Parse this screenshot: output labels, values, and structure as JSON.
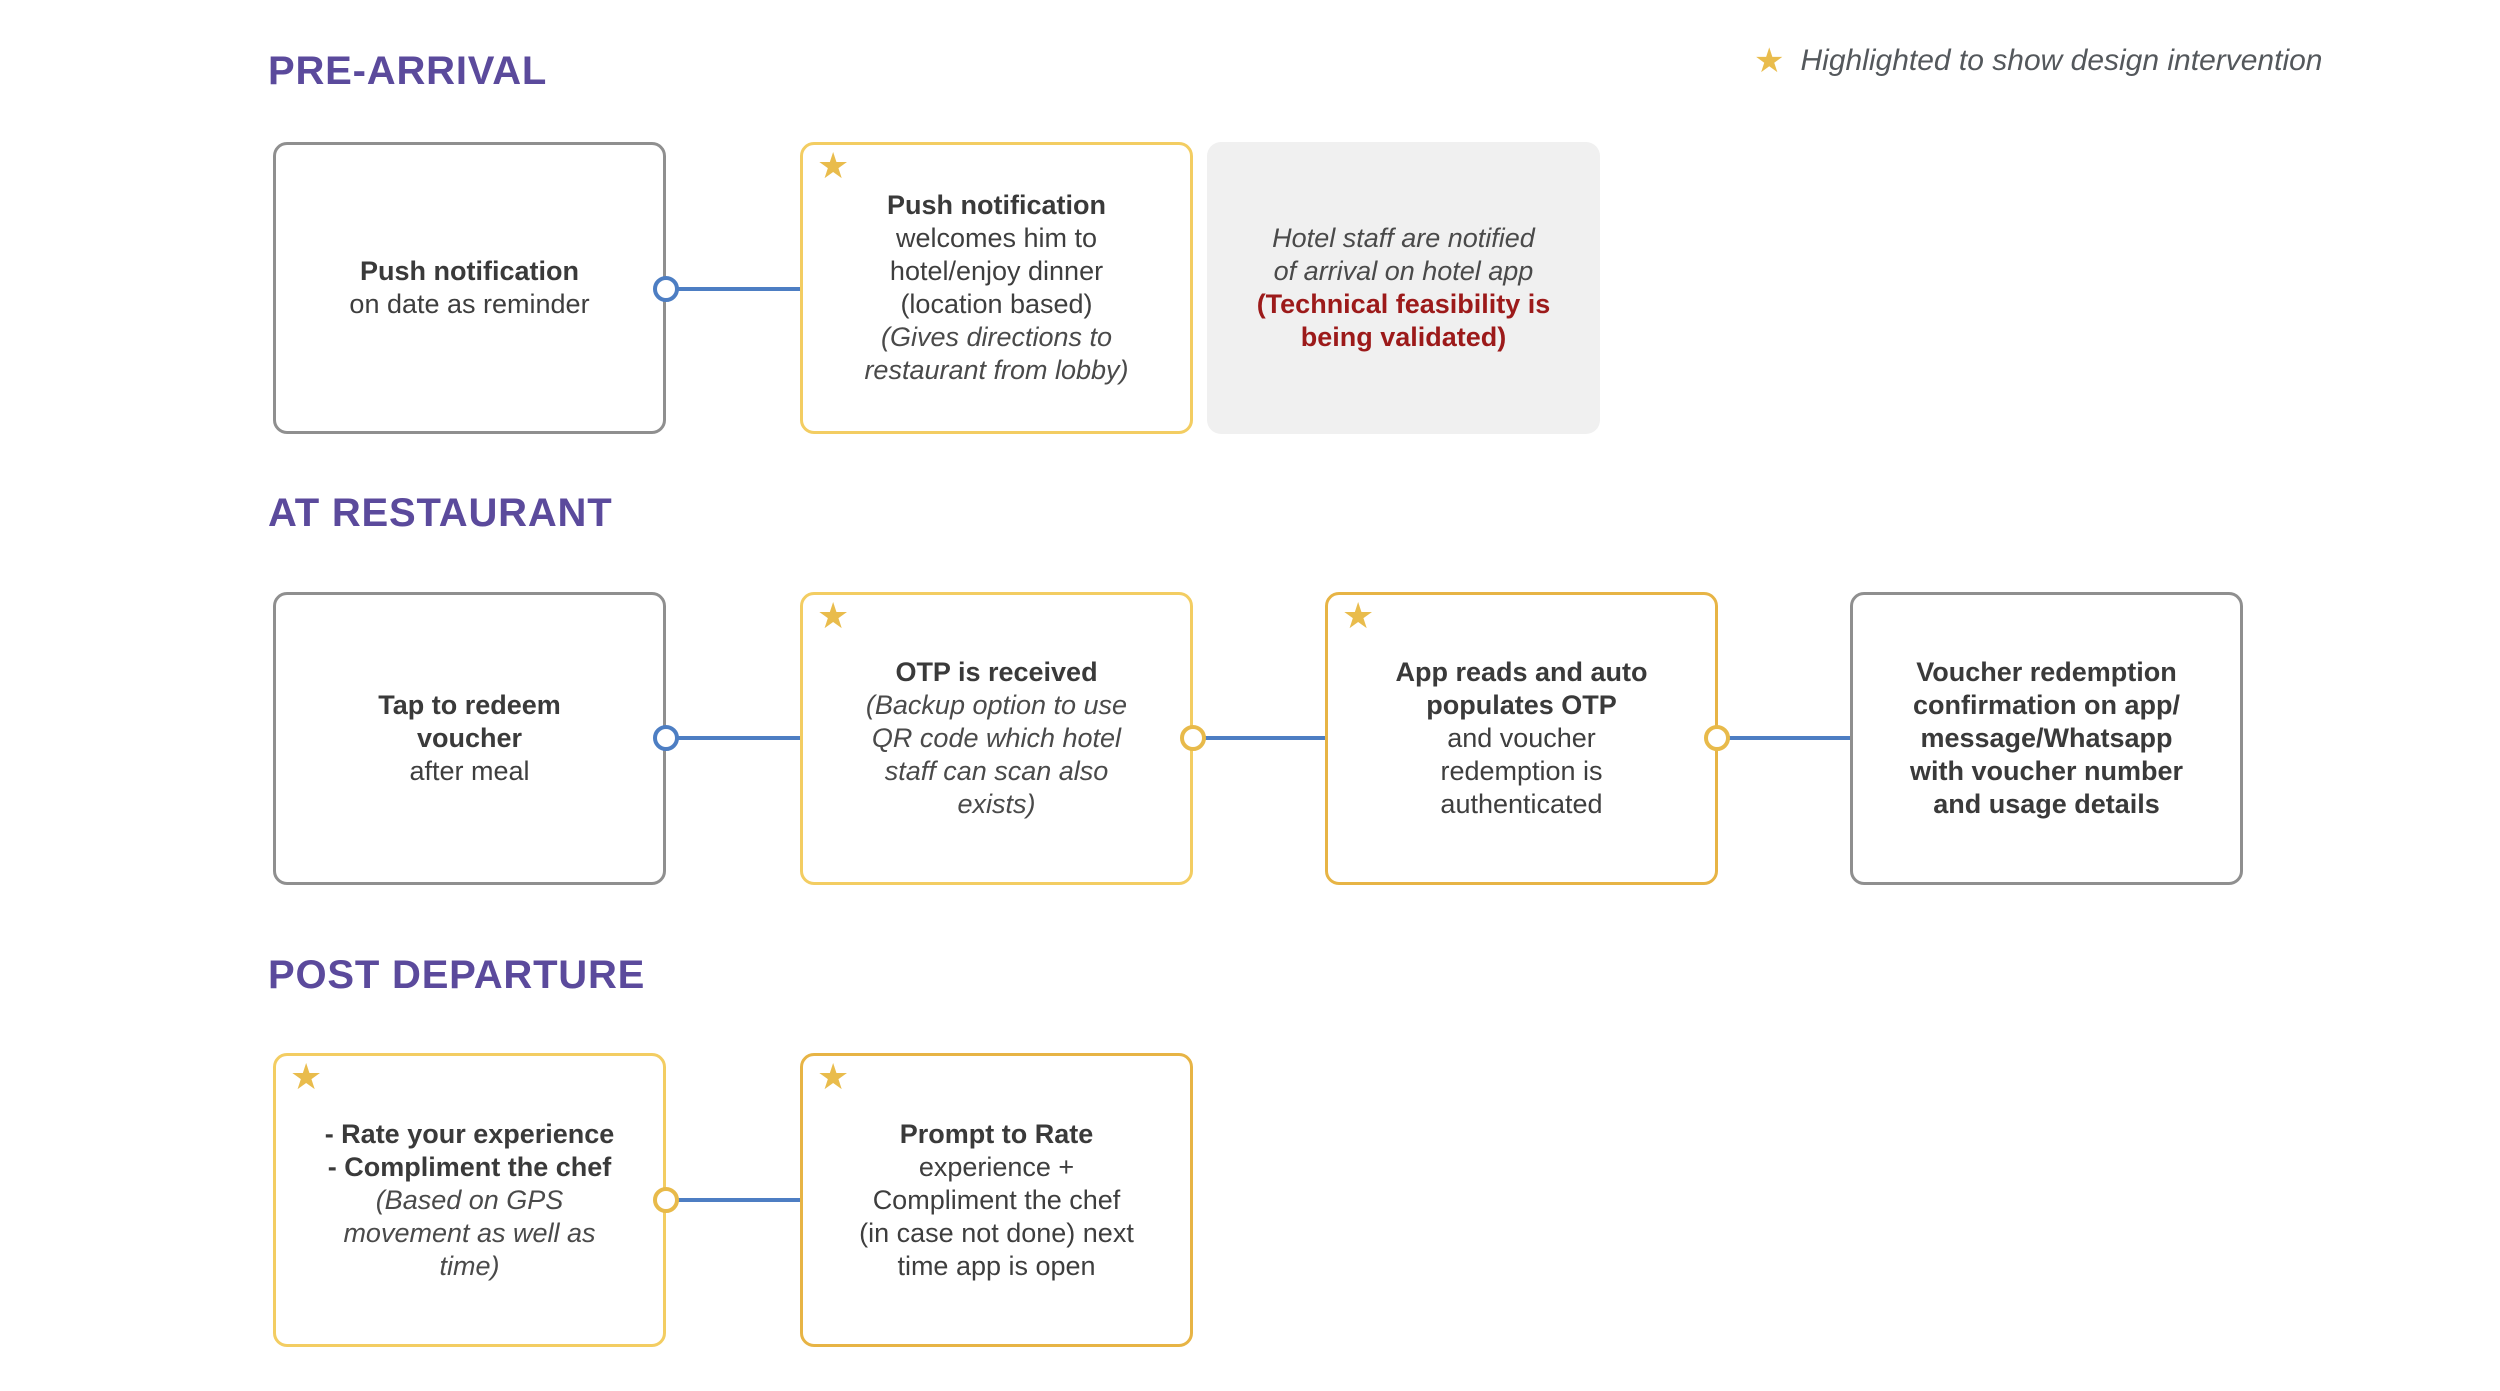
{
  "icons": {
    "star": "★"
  },
  "colors": {
    "heading_purple": "#5B4A9C",
    "highlight_yellow": "#F3CD62",
    "highlight_gold": "#E7B445",
    "star_gold": "#E9BC4C",
    "connector_blue": "#4D7EC3",
    "border_gray": "#8F8F8F",
    "body_text": "#3E3E3E",
    "alert_red": "#9C1A1A",
    "gray_box_bg": "#F0F0F0"
  },
  "legend": {
    "star_icon": "star-icon",
    "text": "Highlighted to show design intervention"
  },
  "sections": [
    {
      "title": "PRE-ARRIVAL",
      "connectors": [
        {
          "color": "blue"
        }
      ],
      "boxes": [
        {
          "style": "outline-gray",
          "starred": false,
          "lines": [
            {
              "text": "Push notification",
              "style": "bold"
            },
            {
              "text": "on date as reminder",
              "style": "normal"
            }
          ]
        },
        {
          "style": "outline-yellow",
          "starred": true,
          "lines": [
            {
              "text": "Push notification",
              "style": "bold"
            },
            {
              "text": "welcomes him to",
              "style": "normal"
            },
            {
              "text": "hotel/enjoy dinner",
              "style": "normal"
            },
            {
              "text": "(location based)",
              "style": "normal"
            },
            {
              "text": "(Gives directions to",
              "style": "italic"
            },
            {
              "text": "restaurant from lobby)",
              "style": "italic"
            }
          ]
        },
        {
          "style": "fill-gray",
          "starred": false,
          "lines": [
            {
              "text": "Hotel staff are notified",
              "style": "italic"
            },
            {
              "text": "of arrival on hotel app",
              "style": "italic"
            },
            {
              "text": "(Technical feasibility is",
              "style": "boldred"
            },
            {
              "text": "being validated)",
              "style": "boldred"
            }
          ]
        }
      ]
    },
    {
      "title": "AT RESTAURANT",
      "connectors": [
        {
          "color": "blue"
        },
        {
          "color": "gold"
        },
        {
          "color": "gold"
        }
      ],
      "boxes": [
        {
          "style": "outline-gray",
          "starred": false,
          "lines": [
            {
              "text": "Tap to redeem",
              "style": "bold"
            },
            {
              "text": "voucher",
              "style": "bold"
            },
            {
              "text": "after meal",
              "style": "normal"
            }
          ]
        },
        {
          "style": "outline-yellow",
          "starred": true,
          "lines": [
            {
              "text": "OTP is received",
              "style": "bold"
            },
            {
              "text": "(Backup option to use",
              "style": "italic"
            },
            {
              "text": "QR code which hotel",
              "style": "italic"
            },
            {
              "text": "staff can scan also",
              "style": "italic"
            },
            {
              "text": "exists)",
              "style": "italic"
            }
          ]
        },
        {
          "style": "outline-gold",
          "starred": true,
          "lines": [
            {
              "text": "App reads and auto",
              "style": "bold"
            },
            {
              "text": "populates OTP",
              "style": "bold"
            },
            {
              "text": "and voucher",
              "style": "normal"
            },
            {
              "text": "redemption is",
              "style": "normal"
            },
            {
              "text": "authenticated",
              "style": "normal"
            }
          ]
        },
        {
          "style": "outline-gray",
          "starred": false,
          "lines": [
            {
              "text": "Voucher redemption",
              "style": "bold"
            },
            {
              "text": "confirmation on app/",
              "style": "bold"
            },
            {
              "text": "message/Whatsapp",
              "style": "bold"
            },
            {
              "text": "with voucher number",
              "style": "bold"
            },
            {
              "text": "and usage details",
              "style": "bold"
            }
          ]
        }
      ]
    },
    {
      "title": "POST DEPARTURE",
      "connectors": [
        {
          "color": "gold"
        }
      ],
      "boxes": [
        {
          "style": "outline-yellow",
          "starred": true,
          "lines": [
            {
              "text": "- Rate your experience",
              "style": "bold"
            },
            {
              "text": "- Compliment the chef",
              "style": "bold"
            },
            {
              "text": "(Based on GPS",
              "style": "italic"
            },
            {
              "text": "movement as well as",
              "style": "italic"
            },
            {
              "text": "time)",
              "style": "italic"
            }
          ]
        },
        {
          "style": "outline-gold",
          "starred": true,
          "lines": [
            {
              "text": "Prompt to Rate",
              "style": "bold"
            },
            {
              "text": "experience +",
              "style": "normal"
            },
            {
              "text": "Compliment the chef",
              "style": "normal"
            },
            {
              "text": "(in case not done) next",
              "style": "normal"
            },
            {
              "text": "time app is open",
              "style": "normal"
            }
          ]
        }
      ]
    }
  ]
}
